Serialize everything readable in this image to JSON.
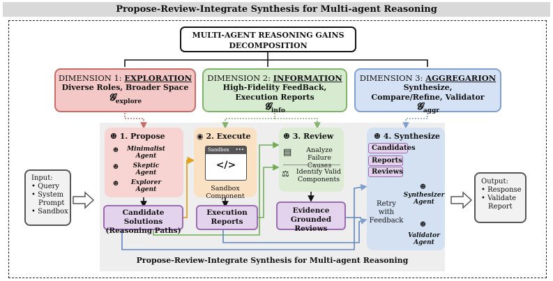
{
  "title": "Propose-Review-Integrate Synthesis for Multi-agent Reasoning",
  "top_box": {
    "line1": "MULTI-AGENT REASONING GAINS",
    "line2": "DECOMPOSITION"
  },
  "dimensions": [
    {
      "prefix": "DIMENSION 1: ",
      "name": "EXPLORATION",
      "line1": "Diverse Roles, Broader Space",
      "line2": "",
      "g": "𝓖",
      "g_sub": "explore"
    },
    {
      "prefix": "DIMENSION 2: ",
      "name": "INFORMATION",
      "line1": "High-Fidelity FeedBack,",
      "line2": "Execution Reports",
      "g": "𝓖",
      "g_sub": "info"
    },
    {
      "prefix": "DIMENSION 3: ",
      "name": "AGGREGARION",
      "line1": "Synthesize,",
      "line2": "Compare/Refine, Validator",
      "g": "𝓖",
      "g_sub": "aggr"
    }
  ],
  "steps": {
    "propose": {
      "title": "1. Propose",
      "agents": [
        [
          "Minimalist",
          "Agent"
        ],
        [
          "Skeptic",
          "Agent"
        ],
        [
          "Explorer",
          "Agent"
        ]
      ]
    },
    "execute": {
      "title": "2. Execute",
      "sandbox_label": "Sandbox",
      "code_glyph": "</>",
      "component": "Sandbox Component"
    },
    "review": {
      "title": "3. Review",
      "item1": [
        "Analyze",
        "Failure Causes"
      ],
      "item2": [
        "Identify Valid",
        "Components"
      ]
    },
    "synthesize": {
      "title": "4. Synthesize",
      "tags": [
        "Candidates",
        "Reports",
        "Reviews"
      ],
      "synth_agent": [
        "Synthesizer",
        "Agent"
      ],
      "retry": [
        "Retry with",
        "Feedback"
      ],
      "validator": [
        "Validator",
        "Agent"
      ]
    }
  },
  "outputs_row": {
    "candidates": [
      "Candidate Solutions",
      "(Reasoning Paths)"
    ],
    "reports": [
      "Execution",
      "Reports"
    ],
    "reviews": [
      "Evidence",
      "Grounded Reviews"
    ]
  },
  "input": {
    "title": "Input:",
    "items": [
      "• Query",
      "• System",
      "Prompt",
      "• Sandbox"
    ]
  },
  "output": {
    "title": "Output:",
    "items": [
      "• Response",
      "• Validate",
      "Report"
    ]
  },
  "bottom_caption": "Propose-Review-Integrate Synthesis for Multi-agent Reasoning",
  "colors": {
    "red": "#c96a66",
    "green": "#7fb36a",
    "blue": "#7e9fcf",
    "orange": "#e0a020",
    "purple": "#9b6bb0"
  }
}
